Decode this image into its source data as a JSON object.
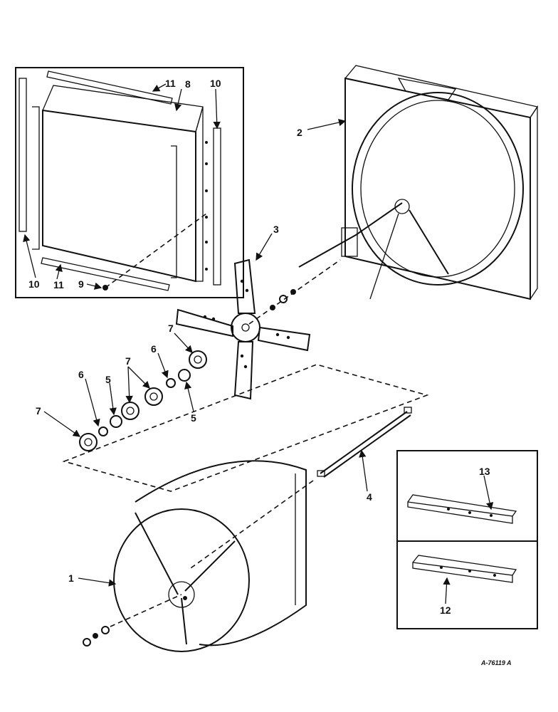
{
  "drawing_ref": "A-76119 A",
  "callouts": {
    "c1": "1",
    "c2": "2",
    "c3": "3",
    "c4": "4",
    "c5a": "5",
    "c5b": "5",
    "c6a": "6",
    "c6b": "6",
    "c7a": "7",
    "c7b": "7",
    "c7c": "7",
    "c8": "8",
    "c9": "9",
    "c10a": "10",
    "c10b": "10",
    "c11a": "11",
    "c11b": "11",
    "c12": "12",
    "c13": "13"
  }
}
